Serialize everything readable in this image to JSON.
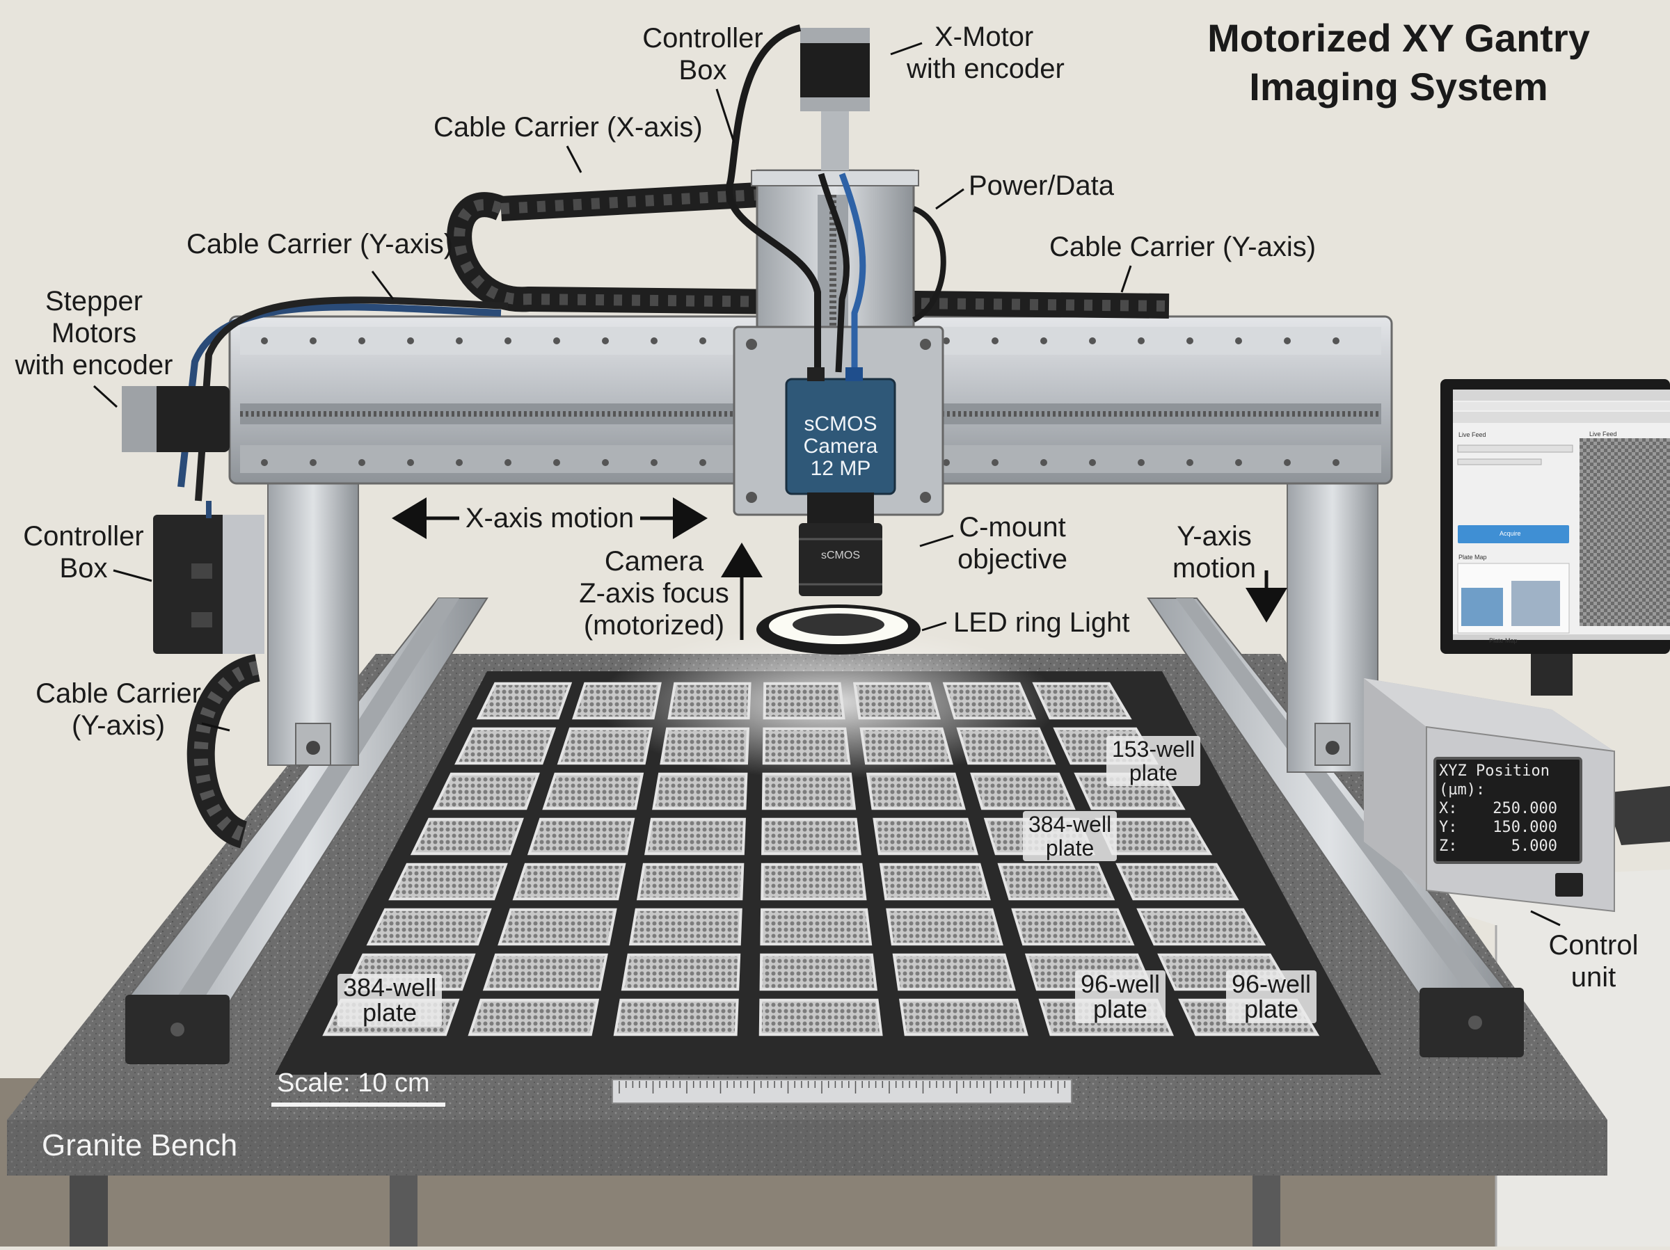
{
  "title": {
    "line1": "Motorized XY Gantry",
    "line2": "Imaging System"
  },
  "labels": {
    "controller_box_top": {
      "line1": "Controller",
      "line2": "Box"
    },
    "x_motor": {
      "line1": "X-Motor",
      "line2": "with encoder"
    },
    "cable_carrier_x": "Cable Carrier (X-axis)",
    "power_data": "Power/Data",
    "cable_carrier_y_top_left": "Cable Carrier (Y-axis)",
    "cable_carrier_y_top_right": "Cable Carrier (Y-axis)",
    "stepper_motors": {
      "line1": "Stepper",
      "line2": "Motors",
      "line3": "with encoder"
    },
    "controller_box_left": {
      "line1": "Controller",
      "line2": "Box"
    },
    "x_axis_motion": "X-axis motion",
    "camera_z_focus": {
      "line1": "Camera",
      "line2": "Z-axis focus",
      "line3": "(motorized)"
    },
    "c_mount_objective": {
      "line1": "C-mount",
      "line2": "objective"
    },
    "led_ring_light": "LED ring Light",
    "y_axis_motion": {
      "line1": "Y-axis",
      "line2": "motion"
    },
    "cable_carrier_y_left": {
      "line1": "Cable Carrier",
      "line2": "(Y-axis)"
    },
    "control_unit": {
      "line1": "Control",
      "line2": "unit"
    },
    "granite_bench": "Granite Bench",
    "scale": "Scale: 10 cm"
  },
  "camera": {
    "line1": "sCMOS",
    "line2": "Camera",
    "line3": "12 MP",
    "lens_text": "sCMOS"
  },
  "plates": {
    "p153": {
      "line1": "153-well",
      "line2": "plate"
    },
    "p384_mid": {
      "line1": "384-well",
      "line2": "plate"
    },
    "p384_front": {
      "line1": "384-well",
      "line2": "plate"
    },
    "p96_a": {
      "line1": "96-well",
      "line2": "plate"
    },
    "p96_b": {
      "line1": "96-well",
      "line2": "plate"
    }
  },
  "control_unit_display": {
    "header": "XYZ Position (µm):",
    "rows": [
      {
        "axis": "X:",
        "value": "250.000"
      },
      {
        "axis": "Y:",
        "value": "150.000"
      },
      {
        "axis": "Z:",
        "value": "5.000"
      }
    ]
  },
  "monitor": {
    "live_feed_left": "Live Feed",
    "live_feed_right": "Live Feed",
    "acquire_button": "Acquire",
    "plate_map_title": "Plate Map",
    "plate_map_button": "Plate Map"
  },
  "colors": {
    "wall": "#e7e4dc",
    "aluminum": "#c9ccd0",
    "granite": "#6f6f6f",
    "camera_blue": "#2f5878",
    "acquire_blue": "#3f8fd4",
    "led_glow": "#fbfbf4"
  }
}
